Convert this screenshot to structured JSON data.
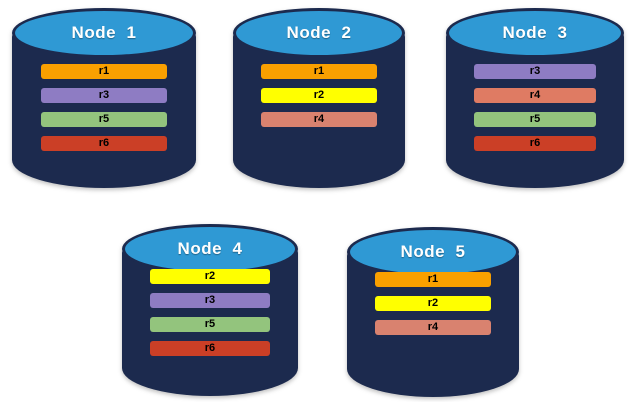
{
  "palette": {
    "cylinder_top": "#2F99D4",
    "cylinder_body": "#1C2A4E",
    "background": "#FFFFFF",
    "node_label_color": "#FFFFFF",
    "bar_text_color": "#000000"
  },
  "replica_colors": {
    "r1": "#F9A000",
    "r2": "#FFFF00",
    "r3": "#8E7CC3",
    "r4": "#D9826F",
    "r5": "#93C47D",
    "r6": "#CB3F26"
  },
  "nodes": [
    {
      "label": "Node  1",
      "replicas": [
        {
          "label": "r1",
          "color": "#F9A000"
        },
        {
          "label": "r3",
          "color": "#8E7CC3"
        },
        {
          "label": "r5",
          "color": "#93C47D"
        },
        {
          "label": "r6",
          "color": "#CB3F26"
        }
      ]
    },
    {
      "label": "Node  2",
      "replicas": [
        {
          "label": "r1",
          "color": "#F9A000"
        },
        {
          "label": "r2",
          "color": "#FFFF00"
        },
        {
          "label": "r4",
          "color": "#D9826F"
        }
      ]
    },
    {
      "label": "Node  3",
      "replicas": [
        {
          "label": "r3",
          "color": "#8E7CC3"
        },
        {
          "label": "r4",
          "color": "#DF7B63"
        },
        {
          "label": "r5",
          "color": "#93C47D"
        },
        {
          "label": "r6",
          "color": "#CB3F26"
        }
      ]
    },
    {
      "label": "Node  4",
      "replicas": [
        {
          "label": "r2",
          "color": "#FFFF00"
        },
        {
          "label": "r3",
          "color": "#8E7CC3"
        },
        {
          "label": "r5",
          "color": "#93C47D"
        },
        {
          "label": "r6",
          "color": "#CB3F26"
        }
      ]
    },
    {
      "label": "Node  5",
      "replicas": [
        {
          "label": "r1",
          "color": "#F9A000"
        },
        {
          "label": "r2",
          "color": "#FFFF00"
        },
        {
          "label": "r4",
          "color": "#D9826F"
        }
      ]
    }
  ]
}
